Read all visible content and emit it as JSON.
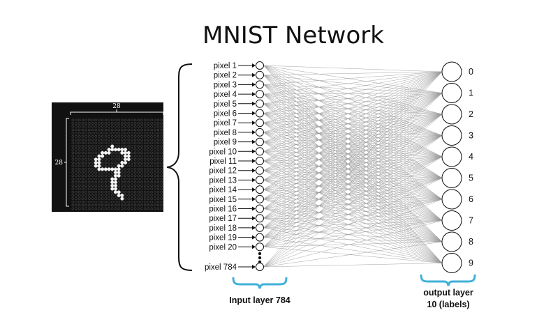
{
  "title": "MNIST Network",
  "image_panel": {
    "width_label": "28",
    "height_label": "28",
    "grid_size": 28,
    "digit": [
      [
        12,
        8
      ],
      [
        11,
        9
      ],
      [
        12,
        9
      ],
      [
        13,
        9
      ],
      [
        14,
        9
      ],
      [
        15,
        9
      ],
      [
        16,
        9
      ],
      [
        9,
        10
      ],
      [
        10,
        10
      ],
      [
        11,
        10
      ],
      [
        15,
        10
      ],
      [
        16,
        10
      ],
      [
        17,
        10
      ],
      [
        8,
        11
      ],
      [
        9,
        11
      ],
      [
        16,
        11
      ],
      [
        17,
        11
      ],
      [
        7,
        12
      ],
      [
        8,
        12
      ],
      [
        16,
        12
      ],
      [
        17,
        12
      ],
      [
        7,
        13
      ],
      [
        8,
        13
      ],
      [
        15,
        13
      ],
      [
        16,
        13
      ],
      [
        7,
        14
      ],
      [
        8,
        14
      ],
      [
        14,
        14
      ],
      [
        15,
        14
      ],
      [
        8,
        15
      ],
      [
        9,
        15
      ],
      [
        10,
        15
      ],
      [
        11,
        15
      ],
      [
        12,
        15
      ],
      [
        13,
        15
      ],
      [
        14,
        15
      ],
      [
        13,
        16
      ],
      [
        14,
        16
      ],
      [
        13,
        17
      ],
      [
        14,
        17
      ],
      [
        12,
        18
      ],
      [
        13,
        18
      ],
      [
        12,
        19
      ],
      [
        13,
        19
      ],
      [
        12,
        20
      ],
      [
        13,
        20
      ],
      [
        12,
        21
      ],
      [
        13,
        21
      ],
      [
        13,
        22
      ],
      [
        14,
        22
      ],
      [
        14,
        23
      ],
      [
        15,
        23
      ],
      [
        15,
        24
      ]
    ]
  },
  "input_layer": {
    "pixels": [
      "pixel 1",
      "pixel 2",
      "pixel 3",
      "pixel 4",
      "pixel 5",
      "pixel 6",
      "pixel 7",
      "pixel 8",
      "pixel 9",
      "pixel 10",
      "pixel 11",
      "pixel 12",
      "pixel 13",
      "pixel 14",
      "pixel 15",
      "pixel 16",
      "pixel 17",
      "pixel 18",
      "pixel 19",
      "pixel 20"
    ],
    "last_pixel": "pixel 784",
    "caption": "Input layer 784"
  },
  "output_layer": {
    "labels": [
      "0",
      "1",
      "2",
      "3",
      "4",
      "5",
      "6",
      "7",
      "8",
      "9"
    ],
    "caption_line1": "output layer",
    "caption_line2": "10 (labels)"
  },
  "colors": {
    "brace_accent": "#3fb0d8",
    "edge": "#9a9a9a",
    "panel_bg": "#111111"
  }
}
